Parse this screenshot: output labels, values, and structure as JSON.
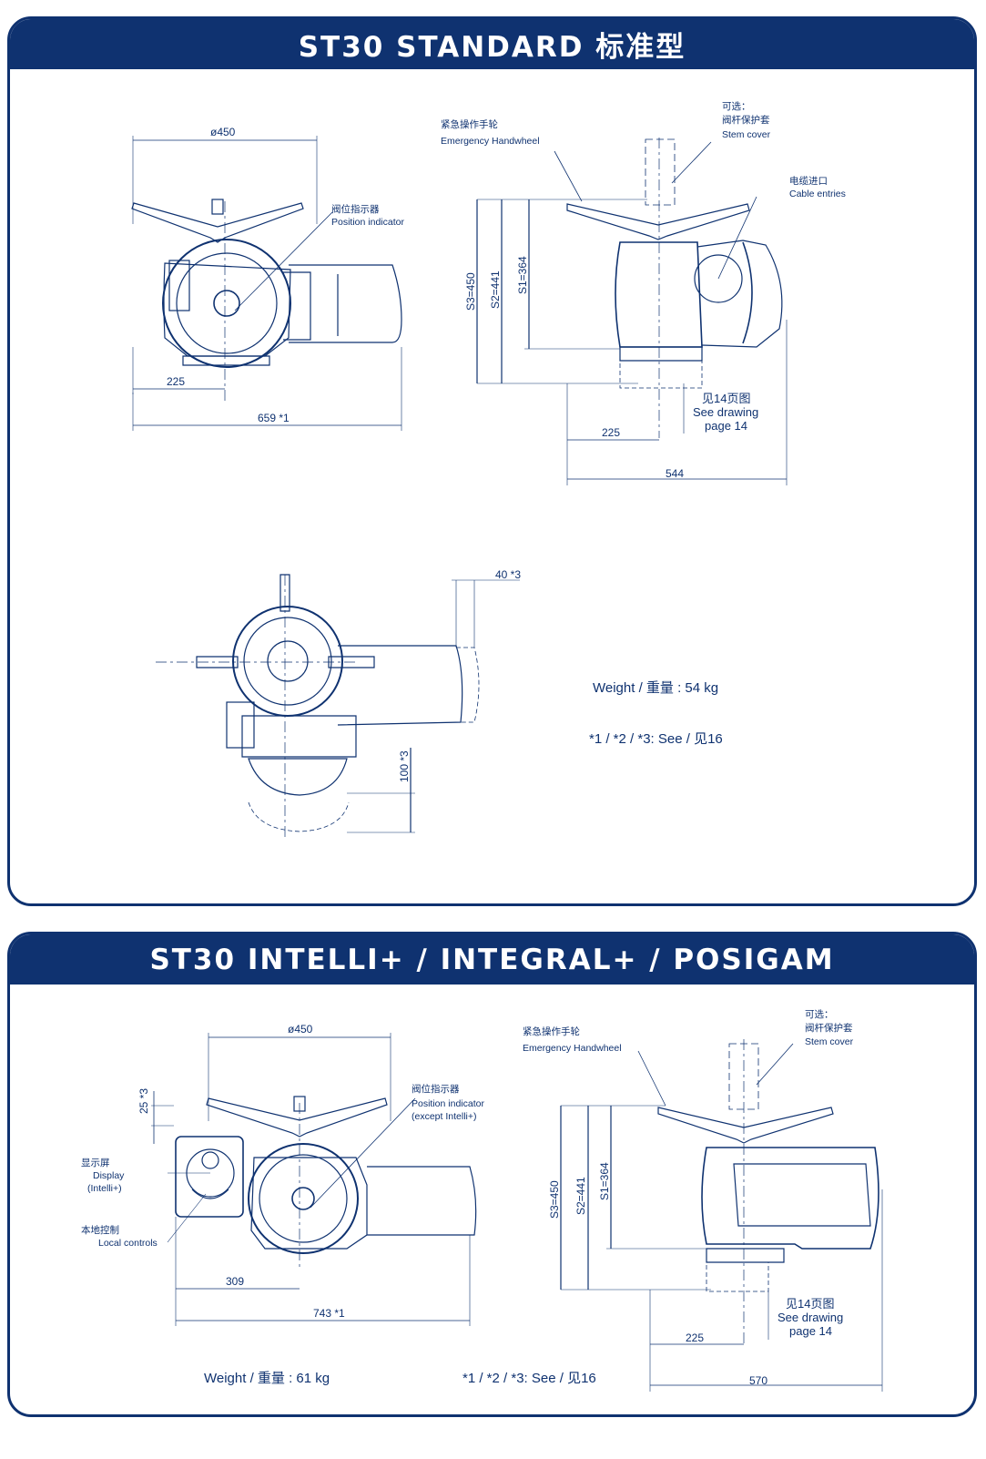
{
  "panel1": {
    "title": "ST30 STANDARD 标准型",
    "dia": "ø450",
    "posind_cn": "阀位指示器",
    "posind_en": "Position indicator",
    "d225a": "225",
    "d659": "659 *1",
    "handwheel_cn": "紧急操作手轮",
    "handwheel_en": "Emergency Handwheel",
    "opt_cn": "可选：",
    "stem_cn": "阀杆保护套",
    "stem_en": "Stem cover",
    "cable_cn": "电缆进口",
    "cable_en": "Cable entries",
    "s3": "S3=450",
    "s2": "S2=441",
    "s1": "S1=364",
    "see_cn": "见14页图",
    "see_en1": "See drawing",
    "see_en2": "page 14",
    "d225b": "225",
    "d544": "544",
    "d40": "40 *3",
    "d100": "100 *3",
    "weight": "Weight / 重量 : 54 kg",
    "footnote": "*1 / *2 / *3: See / 见16"
  },
  "panel2": {
    "title": "ST30 INTELLI+ / INTEGRAL+ / POSIGAM",
    "dia": "ø450",
    "d25": "25 *3",
    "posind_cn": "阀位指示器",
    "posind_en": "Position indicator",
    "posind_ex": "(except Intelli+)",
    "disp_cn": "显示屏",
    "disp_en1": "Display",
    "disp_en2": "(Intelli+)",
    "local_cn": "本地控制",
    "local_en": "Local controls",
    "d309": "309",
    "d743": "743 *1",
    "handwheel_cn": "紧急操作手轮",
    "handwheel_en": "Emergency Handwheel",
    "opt_cn": "可选：",
    "stem_cn": "阀杆保护套",
    "stem_en": "Stem cover",
    "s3": "S3=450",
    "s2": "S2=441",
    "s1": "S1=364",
    "see_cn": "见14页图",
    "see_en1": "See drawing",
    "see_en2": "page 14",
    "d225": "225",
    "d570": "570",
    "weight": "Weight / 重量 : 61 kg",
    "footnote": "*1 / *2 / *3: See / 见16"
  }
}
